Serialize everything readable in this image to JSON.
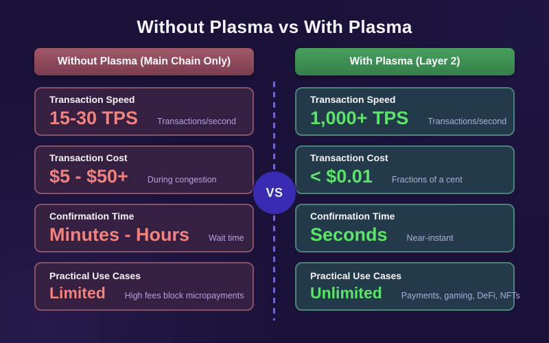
{
  "title": "Without Plasma vs With Plasma",
  "vs_label": "VS",
  "left": {
    "header": "Without Plasma (Main Chain Only)",
    "cards": [
      {
        "label": "Transaction Speed",
        "value": "15-30 TPS",
        "note": "Transactions/second"
      },
      {
        "label": "Transaction Cost",
        "value": "$5 - $50+",
        "note": "During congestion"
      },
      {
        "label": "Confirmation Time",
        "value": "Minutes - Hours",
        "note": "Wait time"
      },
      {
        "label": "Practical Use Cases",
        "value": "Limited",
        "note": "High fees block micropayments"
      }
    ]
  },
  "right": {
    "header": "With Plasma (Layer 2)",
    "cards": [
      {
        "label": "Transaction Speed",
        "value": "1,000+ TPS",
        "note": "Transactions/second"
      },
      {
        "label": "Transaction Cost",
        "value": "< $0.01",
        "note": "Fractions of a cent"
      },
      {
        "label": "Confirmation Time",
        "value": "Seconds",
        "note": "Near-instant"
      },
      {
        "label": "Practical Use Cases",
        "value": "Unlimited",
        "note": "Payments, gaming, DeFi, NFTs"
      }
    ]
  },
  "colors": {
    "bg": "#1a1238",
    "title_color": "#f6f4fa",
    "left_header_top": "#a05866",
    "left_header_bottom": "#7c3d4e",
    "right_header_top": "#47a05d",
    "right_header_bottom": "#35804a",
    "left_card_bg": "#362042",
    "left_card_border": "#8a5268",
    "right_card_bg": "#223a49",
    "right_card_border": "#4c8578",
    "left_value": "#f2827a",
    "right_value": "#5be566",
    "left_note": "#b2a3dc",
    "right_note": "#a7b1d8",
    "vs_bg": "#3a2cb2",
    "dash": "#7366d2"
  }
}
